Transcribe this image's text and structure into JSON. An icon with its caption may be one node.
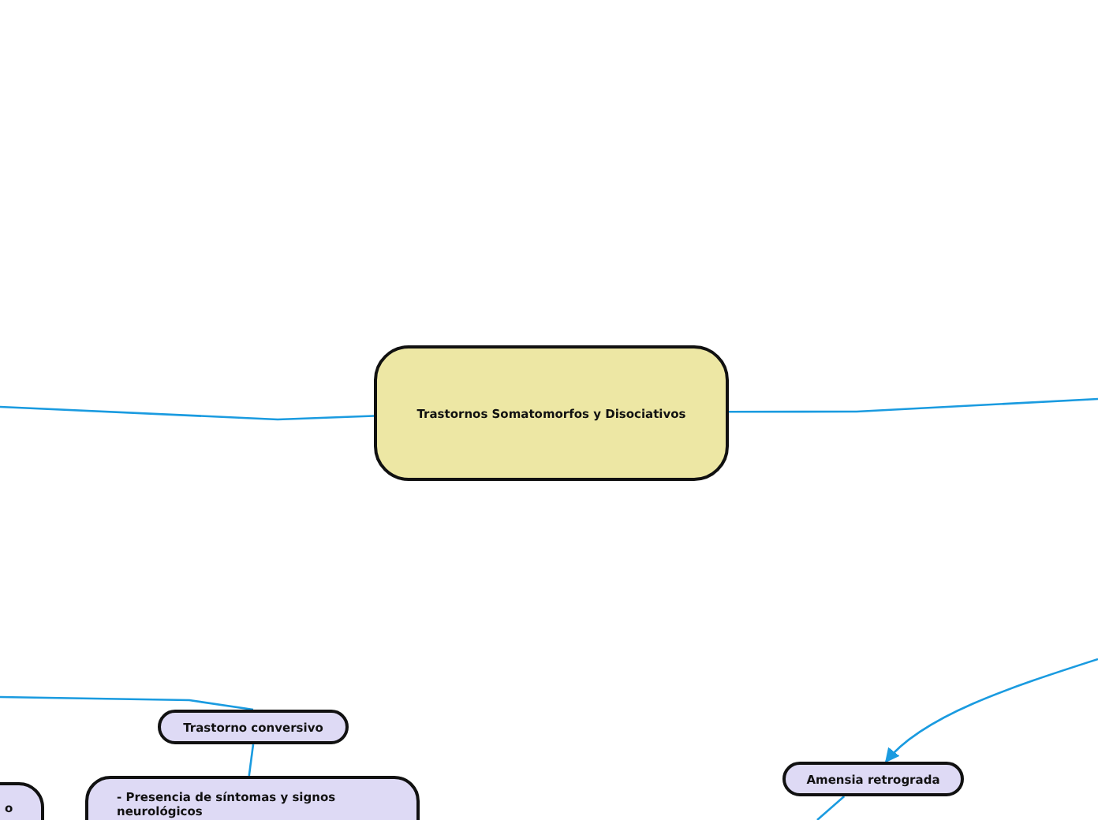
{
  "diagram": {
    "nodes": [
      {
        "text": [
          "Trastornos Somatomorfos y Disociativos"
        ]
      },
      {
        "text": [
          "Trastorno conversivo"
        ]
      },
      {
        "text": [
          "o"
        ]
      },
      {
        "text": [
          "- Presencia de síntomas y signos neurológicos"
        ]
      },
      {
        "text": [
          "Amensia retrograda"
        ]
      }
    ],
    "edges": [
      {
        "from": 0,
        "to": null,
        "arrow": "none"
      },
      {
        "from": 0,
        "to": null,
        "arrow": "none"
      },
      {
        "from": null,
        "to": 4,
        "arrow": "to"
      },
      {
        "from": null,
        "to": 1,
        "arrow": "none"
      },
      {
        "from": 1,
        "to": 3,
        "arrow": "none"
      },
      {
        "from": 4,
        "to": null,
        "arrow": "none"
      }
    ]
  }
}
